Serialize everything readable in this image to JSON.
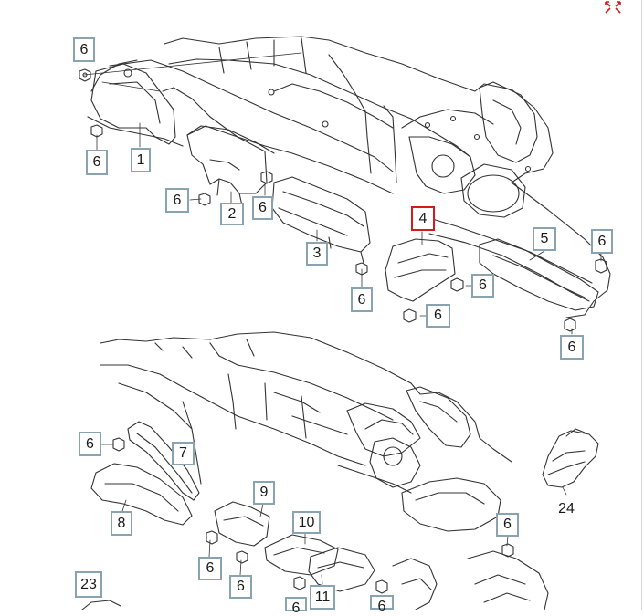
{
  "callouts": [
    {
      "id": "c1",
      "label": "6"
    },
    {
      "id": "c2",
      "label": "6"
    },
    {
      "id": "c3",
      "label": "1"
    },
    {
      "id": "c4",
      "label": "6"
    },
    {
      "id": "c5",
      "label": "2"
    },
    {
      "id": "c6",
      "label": "6"
    },
    {
      "id": "c7",
      "label": "3"
    },
    {
      "id": "c8",
      "label": "6"
    },
    {
      "id": "c9",
      "label": "4"
    },
    {
      "id": "c10",
      "label": "6"
    },
    {
      "id": "c11",
      "label": "6"
    },
    {
      "id": "c12",
      "label": "5"
    },
    {
      "id": "c13",
      "label": "6"
    },
    {
      "id": "c14",
      "label": "6"
    },
    {
      "id": "c15",
      "label": "6"
    },
    {
      "id": "c16",
      "label": "7"
    },
    {
      "id": "c17",
      "label": "8"
    },
    {
      "id": "c18",
      "label": "9"
    },
    {
      "id": "c19",
      "label": "6"
    },
    {
      "id": "c20",
      "label": "6"
    },
    {
      "id": "c21",
      "label": "10"
    },
    {
      "id": "c22",
      "label": "6"
    },
    {
      "id": "c23",
      "label": "11"
    },
    {
      "id": "c24",
      "label": "6"
    },
    {
      "id": "c25",
      "label": "23"
    },
    {
      "id": "c26",
      "label": "6"
    },
    {
      "id": "c27",
      "label": "24"
    }
  ],
  "selected_callout": "4",
  "colors": {
    "callout_border": "#8aa3b0",
    "selected_border": "#d51a1a",
    "line": "#333333",
    "expand_icon": "#d51a1a"
  },
  "expand_icon": "expand-arrows-icon"
}
